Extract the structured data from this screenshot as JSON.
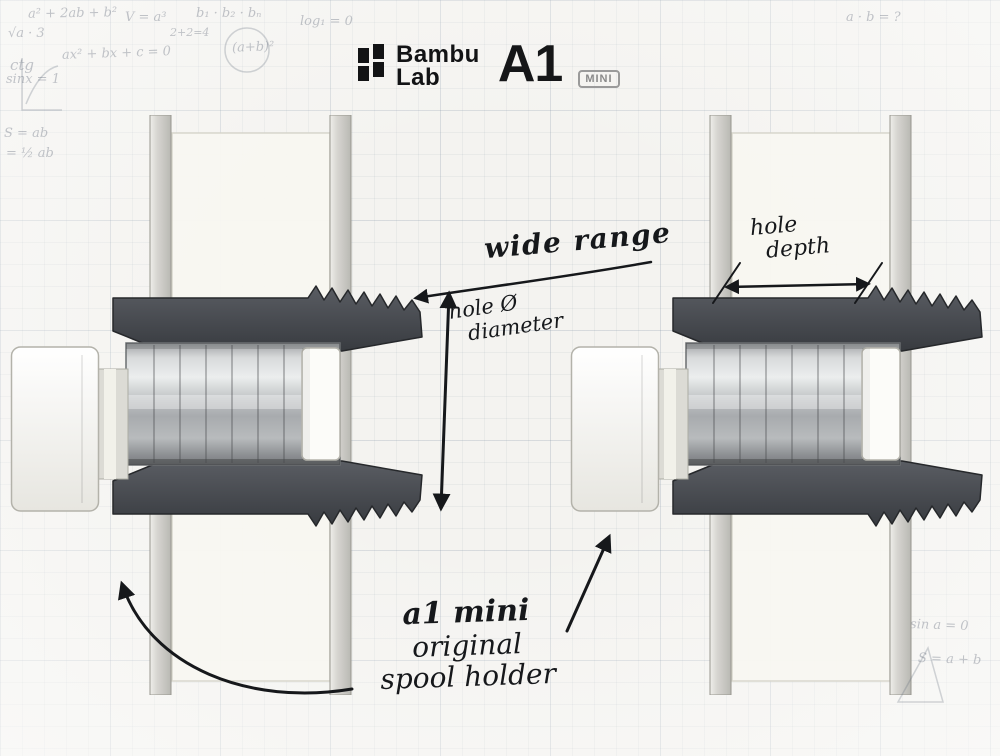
{
  "logo": {
    "brand_top": "Bambu",
    "brand_bottom": "Lab",
    "model": "A1",
    "badge": "MINI"
  },
  "annotations": {
    "wide_range": "wide range",
    "hole_diameter": {
      "line1": "hole Ø",
      "line2": "diameter"
    },
    "hole_depth": {
      "line1": "hole",
      "line2": "depth"
    },
    "caption": {
      "line1": "a1 mini",
      "line2": "original",
      "line3": "spool holder"
    }
  },
  "scribbles": [
    {
      "text": "a² + 2ab + b²"
    },
    {
      "text": "V = a³"
    },
    {
      "text": "2+2=4"
    },
    {
      "text": "b₁ · b₂ · bₙ"
    },
    {
      "text": "log₁ = 0"
    },
    {
      "text": "ctg"
    },
    {
      "text": "ax² + bx + c = 0"
    },
    {
      "text": "sinx = 1"
    },
    {
      "text": "S = ab"
    },
    {
      "text": "= ½ ab"
    },
    {
      "text": "√a · 3"
    },
    {
      "text": "a · b = ?"
    },
    {
      "text": "sin a = 0"
    },
    {
      "text": "S = a + b"
    },
    {
      "text": "(a+b)²"
    }
  ],
  "colors": {
    "ink": "#16181b",
    "holder_dark": "#44474c",
    "metal": "#b9bcbe",
    "panel": "#f9f8f2",
    "paper": "#f4f3f0"
  }
}
